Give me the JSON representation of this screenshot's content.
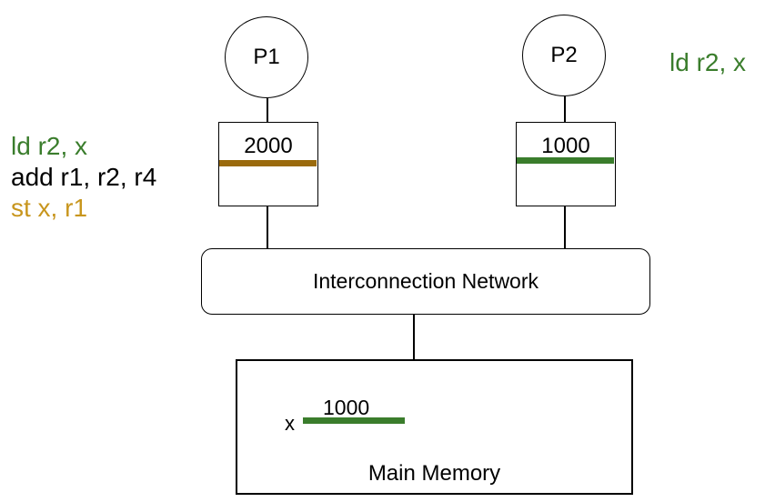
{
  "processors": {
    "p1": {
      "label": "P1"
    },
    "p2": {
      "label": "P2"
    }
  },
  "caches": {
    "p1": {
      "value": "2000",
      "line_color": "#9a6a0c"
    },
    "p2": {
      "value": "1000",
      "line_color": "#3a7d2c"
    }
  },
  "code_p1": {
    "line1": "ld r2, x",
    "line2": "add r1, r2, r4",
    "line3": "st x, r1"
  },
  "code_p2": {
    "line1": "ld r2, x"
  },
  "network": {
    "label": "Interconnection Network"
  },
  "memory": {
    "label": "Main Memory",
    "var_name": "x",
    "var_value": "1000",
    "line_color": "#3a7d2c"
  },
  "colors": {
    "load_green": "#3a7d2c",
    "store_gold": "#c8961e",
    "text_black": "#000000"
  }
}
